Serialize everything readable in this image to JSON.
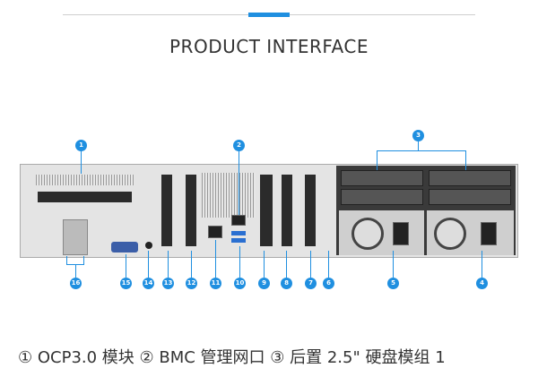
{
  "header": {
    "title": "PRODUCT INTERFACE",
    "accent_color": "#1f8fe0"
  },
  "callouts": [
    "1",
    "2",
    "3",
    "4",
    "5",
    "6",
    "7",
    "8",
    "9",
    "10",
    "11",
    "12",
    "13",
    "14",
    "15",
    "16"
  ],
  "legend": {
    "text": "① OCP3.0 模块  ② BMC 管理网口  ③ 后置 2.5\" 硬盘模组 1"
  }
}
